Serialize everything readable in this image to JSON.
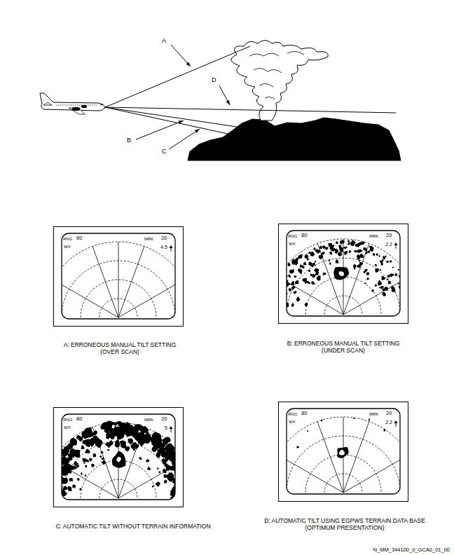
{
  "diagram": {
    "nodes": [
      {
        "text": [
          "RNG",
          "80",
          "WX",
          "MRK",
          "20",
          "4.5"
        ]
      },
      {
        "text": [
          "RNG",
          "80",
          "WX",
          "MRK",
          "20",
          "2.2"
        ]
      },
      {
        "text": [
          "RNG",
          "80",
          "WX",
          "MRK",
          "20",
          "5"
        ]
      },
      {
        "text": [
          "RNG",
          "80",
          "WX",
          "MRK",
          "20",
          "2.2"
        ]
      }
    ],
    "labels": [
      "A",
      "D",
      "B",
      "C",
      "A: ERRONEOUS MANUAL TILT SETTING (OVER SCAN)",
      "B: ERRONEOUS MANUAL TILT SETTING (UNDER SCAN)",
      "C: AUTOMATIC TILT WITHOUT TERRAIN INFORMATION",
      "D: AUTOMATIC TILT USING EGPWS TERRAIN DATA BASE (OPTIMUM PRESENTATION)",
      "N_MM_344100_0_GCA0_01_00"
    ]
  }
}
